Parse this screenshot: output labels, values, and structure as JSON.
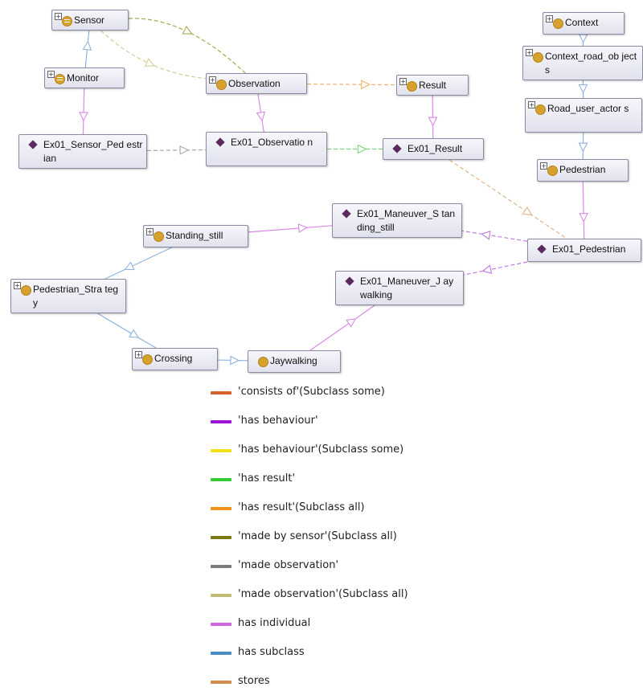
{
  "nodes": [
    {
      "id": "sensor",
      "label": "Sensor",
      "kind": "class-defined",
      "expand": true
    },
    {
      "id": "monitor",
      "label": "Monitor",
      "kind": "class-defined",
      "expand": true
    },
    {
      "id": "observation",
      "label": "Observation",
      "kind": "class",
      "expand": true
    },
    {
      "id": "result",
      "label": "Result",
      "kind": "class",
      "expand": true
    },
    {
      "id": "context",
      "label": "Context",
      "kind": "class",
      "expand": true
    },
    {
      "id": "context_road",
      "label": "Context_road_ob jects",
      "kind": "class",
      "expand": true
    },
    {
      "id": "road_user",
      "label": "Road_user_actor s",
      "kind": "class",
      "expand": true
    },
    {
      "id": "pedestrian",
      "label": "Pedestrian",
      "kind": "class",
      "expand": true
    },
    {
      "id": "ex01_sensor_ped",
      "label": "Ex01_Sensor_Ped estrian",
      "kind": "individual",
      "expand": false
    },
    {
      "id": "ex01_observation",
      "label": "Ex01_Observatio n",
      "kind": "individual",
      "expand": false
    },
    {
      "id": "ex01_result",
      "label": "Ex01_Result",
      "kind": "individual",
      "expand": false
    },
    {
      "id": "ex01_pedestrian",
      "label": "Ex01_Pedestrian",
      "kind": "individual",
      "expand": false
    },
    {
      "id": "ex01_man_ss",
      "label": "Ex01_Maneuver_S tanding_still",
      "kind": "individual",
      "expand": false
    },
    {
      "id": "ex01_man_jw",
      "label": "Ex01_Maneuver_J aywalking",
      "kind": "individual",
      "expand": false
    },
    {
      "id": "standing_still",
      "label": "Standing_still",
      "kind": "class",
      "expand": true
    },
    {
      "id": "ped_strategy",
      "label": "Pedestrian_Stra tegy",
      "kind": "class",
      "expand": true
    },
    {
      "id": "crossing",
      "label": "Crossing",
      "kind": "class",
      "expand": true
    },
    {
      "id": "jaywalking",
      "label": "Jaywalking",
      "kind": "class",
      "expand": false
    }
  ],
  "edges": [
    {
      "from": "monitor",
      "to": "sensor",
      "relation": "has subclass"
    },
    {
      "from": "sensor",
      "to": "observation",
      "relation": "made by sensor (Subclass all)"
    },
    {
      "from": "sensor",
      "to": "observation",
      "relation": "made observation (Subclass all)"
    },
    {
      "from": "monitor",
      "to": "ex01_sensor_ped",
      "relation": "has individual"
    },
    {
      "from": "observation",
      "to": "result",
      "relation": "has result (Subclass all)"
    },
    {
      "from": "observation",
      "to": "ex01_observation",
      "relation": "has individual"
    },
    {
      "from": "result",
      "to": "ex01_result",
      "relation": "has individual"
    },
    {
      "from": "ex01_sensor_ped",
      "to": "ex01_observation",
      "relation": "made observation"
    },
    {
      "from": "ex01_observation",
      "to": "ex01_result",
      "relation": "has result"
    },
    {
      "from": "ex01_result",
      "to": "ex01_pedestrian",
      "relation": "stores"
    },
    {
      "from": "context",
      "to": "context_road",
      "relation": "has subclass"
    },
    {
      "from": "context_road",
      "to": "road_user",
      "relation": "has subclass"
    },
    {
      "from": "road_user",
      "to": "pedestrian",
      "relation": "has subclass"
    },
    {
      "from": "pedestrian",
      "to": "ex01_pedestrian",
      "relation": "has individual"
    },
    {
      "from": "ex01_pedestrian",
      "to": "ex01_man_ss",
      "relation": "has behaviour"
    },
    {
      "from": "ex01_pedestrian",
      "to": "ex01_man_jw",
      "relation": "has behaviour"
    },
    {
      "from": "standing_still",
      "to": "ex01_man_ss",
      "relation": "has individual"
    },
    {
      "from": "jaywalking",
      "to": "ex01_man_jw",
      "relation": "has individual"
    },
    {
      "from": "standing_still",
      "to": "ped_strategy",
      "relation": "has subclass"
    },
    {
      "from": "ped_strategy",
      "to": "crossing",
      "relation": "has subclass"
    },
    {
      "from": "crossing",
      "to": "jaywalking",
      "relation": "has subclass"
    }
  ],
  "legend": [
    {
      "label": "'consists of'(Subclass some)",
      "color": "#d4622a"
    },
    {
      "label": "'has behaviour'",
      "color": "#9b14d4"
    },
    {
      "label": "'has behaviour'(Subclass some)",
      "color": "#f2e21c"
    },
    {
      "label": "'has result'",
      "color": "#34cc34"
    },
    {
      "label": "'has result'(Subclass all)",
      "color": "#f2901c"
    },
    {
      "label": "'made by sensor'(Subclass all)",
      "color": "#7a7a14"
    },
    {
      "label": "'made observation'",
      "color": "#7a7a7a"
    },
    {
      "label": "'made observation'(Subclass all)",
      "color": "#c4bc74"
    },
    {
      "label": "has individual",
      "color": "#d066e0"
    },
    {
      "label": "has subclass",
      "color": "#4a8cc4"
    },
    {
      "label": "stores",
      "color": "#d48c4a"
    }
  ]
}
